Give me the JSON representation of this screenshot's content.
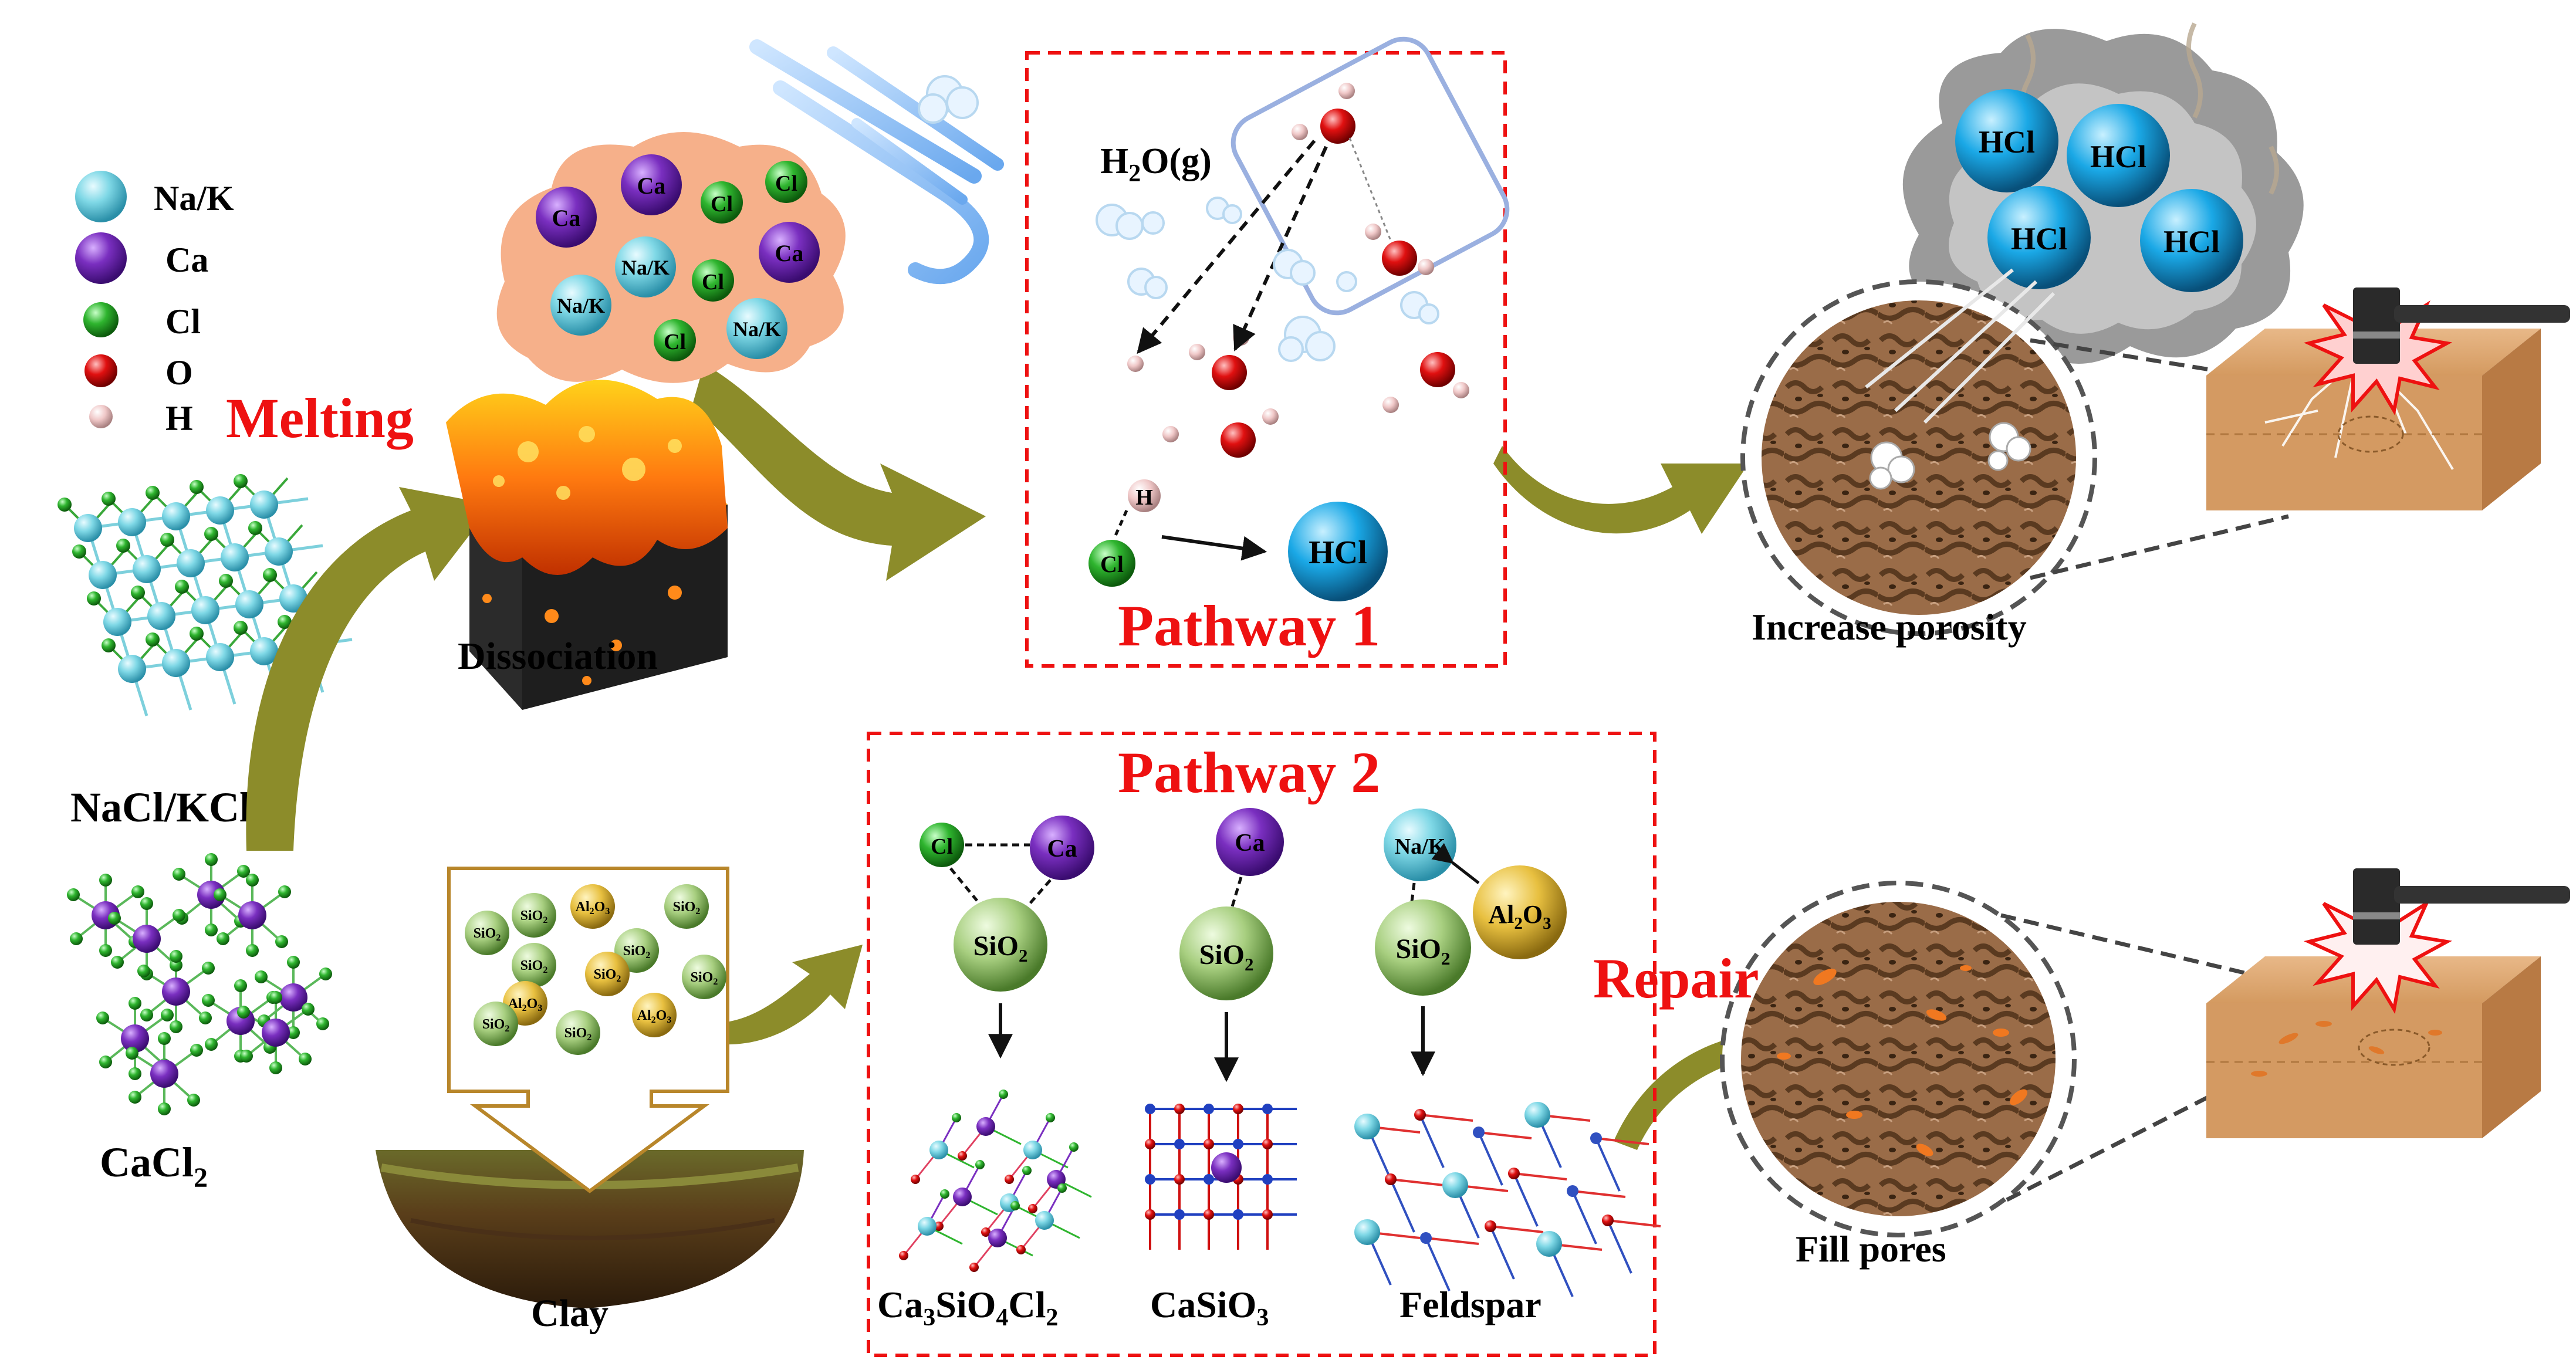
{
  "legend": {
    "na_k": "Na/K",
    "ca": "Ca",
    "cl": "Cl",
    "o": "O",
    "h": "H"
  },
  "labels": {
    "melting": "Melting",
    "dissociation": "Dissociation",
    "nacl_kcl": "NaCl/KCl",
    "cacl2_main": "CaCl",
    "cacl2_sub": "2",
    "clay": "Clay",
    "repair": "Repair",
    "increase_porosity": "Increase porosity",
    "fill_pores": "Fill pores"
  },
  "cloud_molecules": {
    "ca1": "Ca",
    "ca2": "Ca",
    "ca3": "Ca",
    "cl1": "Cl",
    "cl2": "Cl",
    "cl3": "Cl",
    "cl4": "Cl",
    "nak1": "Na/K",
    "nak2": "Na/K",
    "nak3": "Na/K"
  },
  "pathway1": {
    "title": "Pathway 1",
    "h2o_prefix": "H",
    "h2o_sub": "2",
    "h2o_suffix": "O(g)",
    "h": "H",
    "cl": "Cl",
    "hcl": "HCl"
  },
  "hcl_cloud": {
    "hcl1": "HCl",
    "hcl2": "HCl",
    "hcl3": "HCl",
    "hcl4": "HCl"
  },
  "clay_box": {
    "b1": "SiO2",
    "b2": "SiO2",
    "b3": "Al2O3",
    "b4": "SiO2",
    "b5": "SiO2",
    "b6": "SiO2",
    "b7": "SiO2",
    "b8": "Al2O3",
    "b9": "SiO2",
    "b10": "SiO2",
    "b11": "SiO2",
    "b12": "Al2O3"
  },
  "pathway2": {
    "title": "Pathway 2",
    "col1_cl": "Cl",
    "col1_ca": "Ca",
    "col1_sio2": "SiO2",
    "col2_ca": "Ca",
    "col2_sio2": "SiO2",
    "col3_nak": "Na/K",
    "col3_sio2": "SiO2",
    "col3_al2o3": "Al2O3",
    "prod1": "Ca3SiO4Cl2",
    "prod2": "CaSiO3",
    "prod3": "Feldspar"
  },
  "colors": {
    "na_k": "#7fd8e6",
    "ca": "#7a2fc0",
    "cl": "#2fb52f",
    "o": "#e01010",
    "h": "#f0c8c8",
    "red_label": "#ee1111",
    "arrow_olive": "#8c8c2a",
    "hcl_blue": "#1aa8e6",
    "sio2_green": "#a8cf80",
    "al2o3_yellow": "#e8c040",
    "pore_brown": "#8a6040",
    "brick": "#d9a06a"
  }
}
